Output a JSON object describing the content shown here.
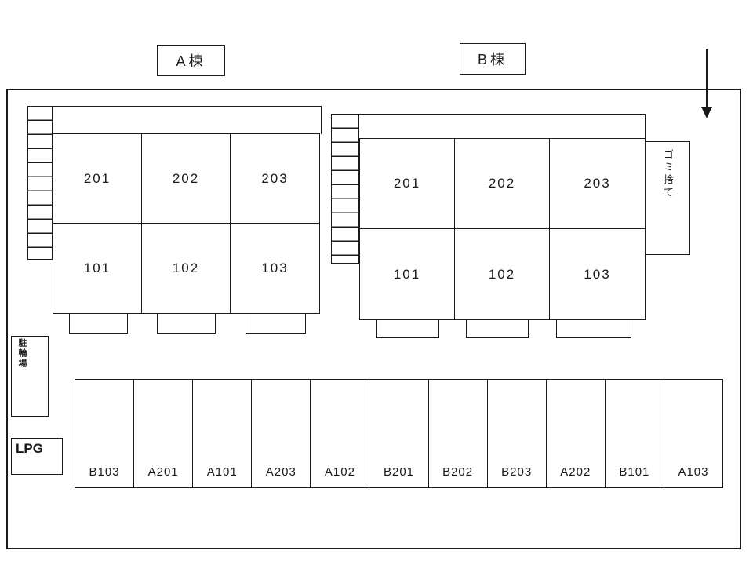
{
  "site": {
    "buildings": [
      {
        "label": "A棟",
        "units_top": [
          "201",
          "202",
          "203"
        ],
        "units_bottom": [
          "101",
          "102",
          "103"
        ]
      },
      {
        "label": "B棟",
        "units_top": [
          "201",
          "202",
          "203"
        ],
        "units_bottom": [
          "101",
          "102",
          "103"
        ]
      }
    ],
    "garbage_label": "ゴミ捨て",
    "bicycle_label": "駐輪場",
    "lpg_label": "LPG",
    "parking_spaces": [
      "B103",
      "A201",
      "A101",
      "A203",
      "A102",
      "B201",
      "B202",
      "B203",
      "A202",
      "B101",
      "A103"
    ],
    "icons": {
      "entrance_arrow": "arrow-down"
    },
    "colors": {
      "line": "#1a1a1a",
      "background": "#ffffff"
    }
  }
}
